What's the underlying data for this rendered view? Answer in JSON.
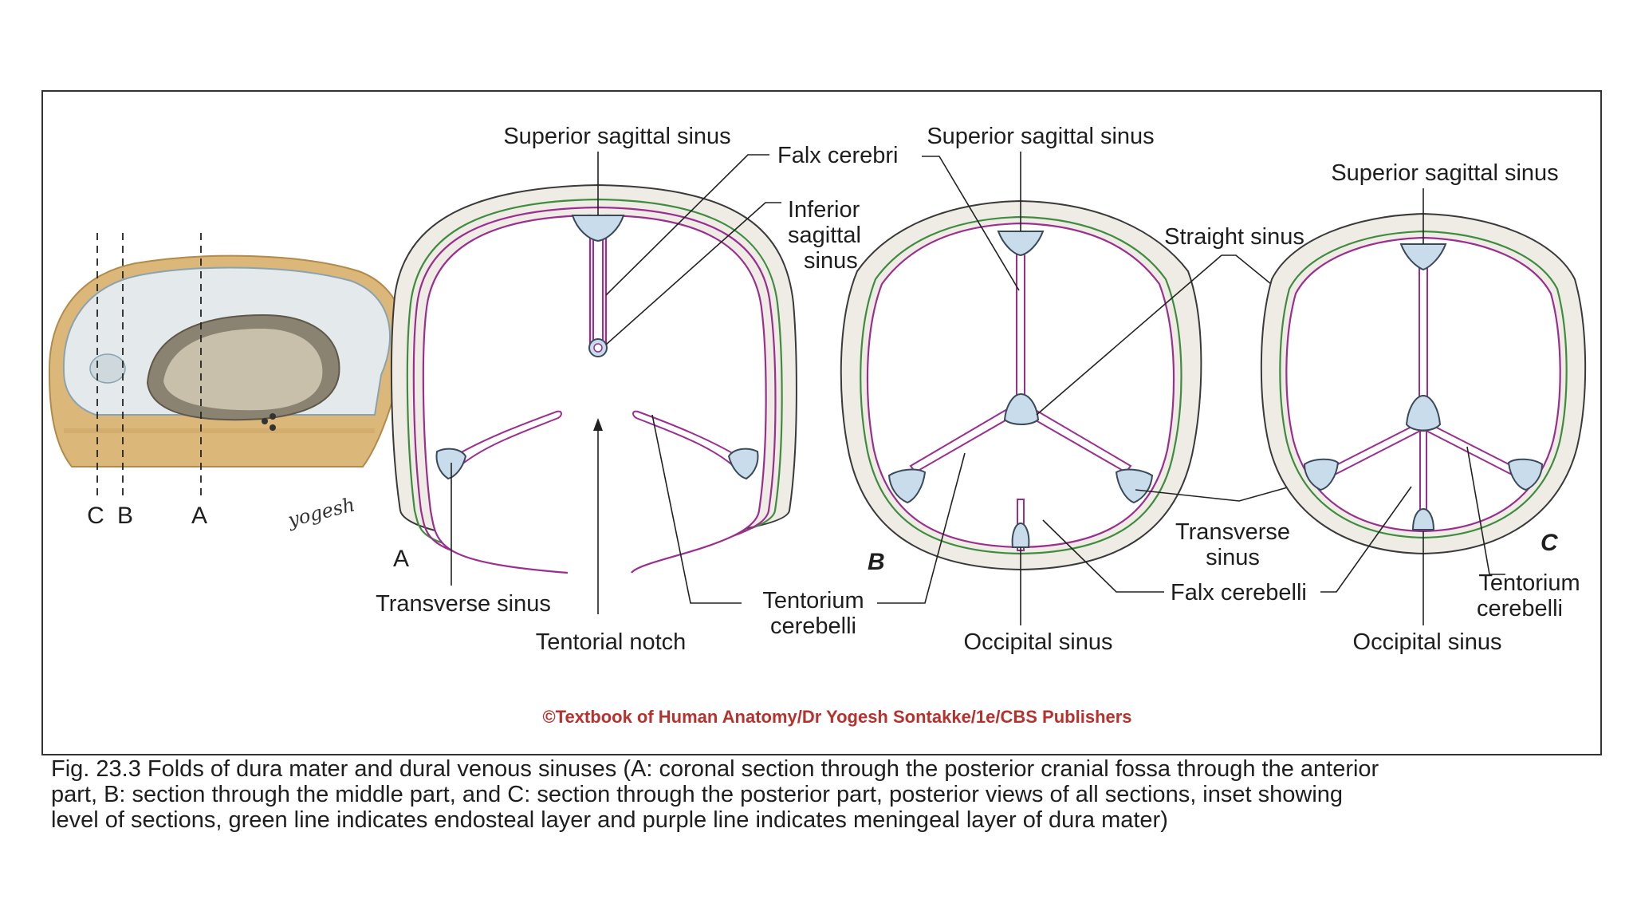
{
  "diagram": {
    "inset": {
      "section_labels": [
        "C",
        "B",
        "A"
      ],
      "signature": "yogesh"
    },
    "panel_a": {
      "letter": "A",
      "labels": {
        "superior_sagittal_sinus": "Superior sagittal sinus",
        "falx_cerebri": "Falx cerebri",
        "inferior_sagittal_sinus_lines": [
          "Inferior",
          "sagittal",
          "sinus"
        ],
        "transverse_sinus": "Transverse sinus",
        "tentorial_notch": "Tentorial notch",
        "tentorium_cerebelli_lines": [
          "Tentorium",
          "cerebelli"
        ]
      }
    },
    "panel_b": {
      "letter": "B",
      "labels": {
        "superior_sagittal_sinus": "Superior sagittal sinus",
        "straight_sinus": "Straight sinus",
        "transverse_sinus_lines": [
          "Transverse",
          "sinus"
        ],
        "falx_cerebelli": "Falx cerebelli",
        "occipital_sinus": "Occipital sinus"
      }
    },
    "panel_c": {
      "letter": "C",
      "labels": {
        "superior_sagittal_sinus": "Superior sagittal sinus",
        "tentorium_cerebelli_lines": [
          "Tentorium",
          "cerebelli"
        ],
        "occipital_sinus": "Occipital sinus"
      }
    },
    "copyright": "©Textbook of Human Anatomy/Dr Yogesh Sontakke/1e/CBS Publishers",
    "colors": {
      "endosteal_layer": "#3f8c3f",
      "meningeal_layer": "#9a2f8f",
      "sinus_fill": "#c9dcec",
      "bone_fill": "#efece6",
      "copyright_text": "#b5322e"
    }
  },
  "caption": {
    "lines": [
      "Fig. 23.3 Folds of dura mater and dural venous sinuses (A: coronal section through the posterior cranial fossa through the anterior",
      "part,  B: section through the middle part, and C: section through the posterior part, posterior views of all sections, inset showing",
      "level of sections, green line indicates endosteal layer and purple line indicates meningeal layer of dura mater)"
    ]
  }
}
